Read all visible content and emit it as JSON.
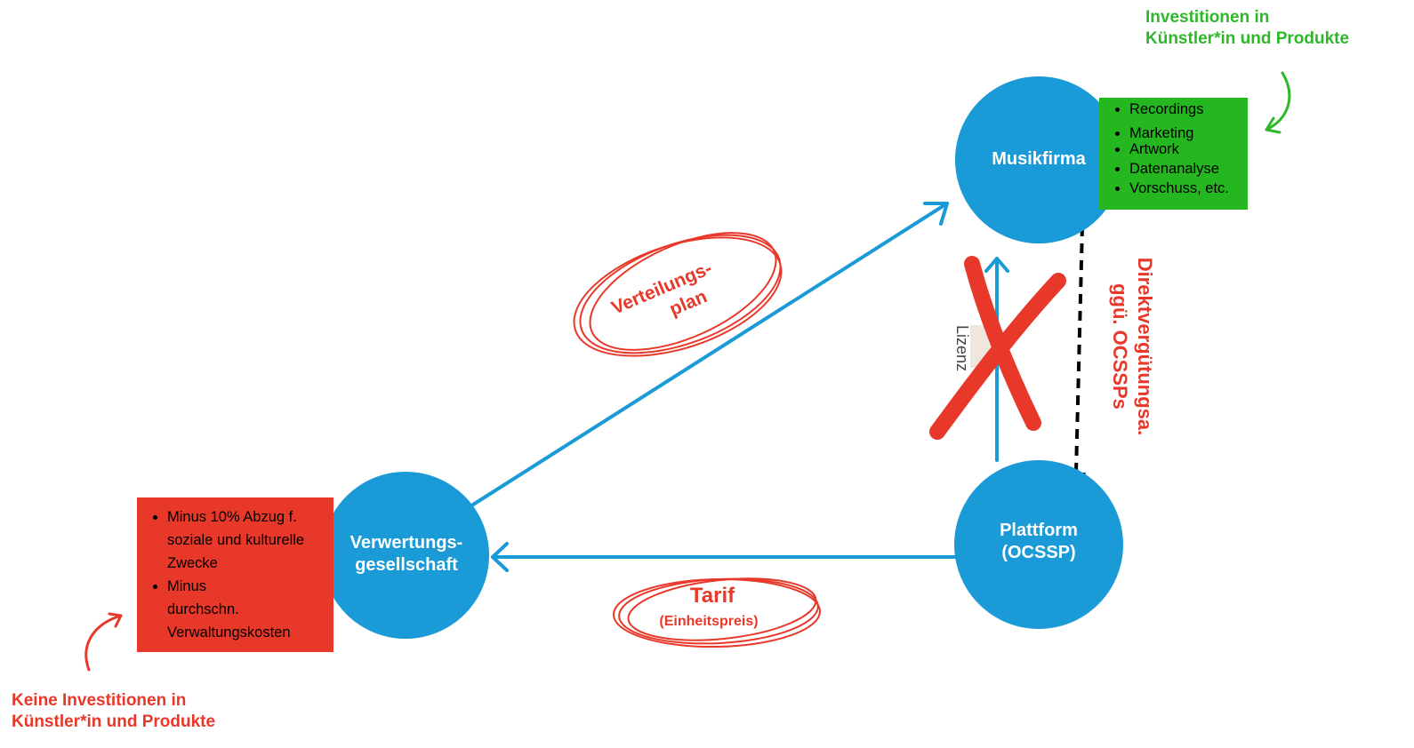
{
  "colors": {
    "node": "#1a9ad6",
    "arrow": "#1a9ad6",
    "red": "#e8382a",
    "green": "#25b71f",
    "dashed": "#000000"
  },
  "nodes": {
    "musikfirma": "Musikfirma",
    "plattform": [
      "Plattform",
      "(OCSSP)"
    ],
    "verwertung": [
      "Verwertungs-",
      "gesellschaft"
    ]
  },
  "green_box": {
    "items": [
      "Recordings",
      "Marketing",
      "Artwork",
      "Datenanalyse",
      "Vorschuss, etc."
    ]
  },
  "red_box": {
    "items": [
      "Minus 10% Abzug f. soziale und kulturelle Zwecke",
      "Minus durchschn. Verwaltungskosten"
    ]
  },
  "notes": {
    "green": [
      "Investitionen in",
      "Künstler*in und Produkte"
    ],
    "red": [
      "Keine Investitionen in",
      "Künstler*in und Produkte"
    ]
  },
  "edge_labels": {
    "verteilungsplan": [
      "Verteilungs-",
      "plan"
    ],
    "tarif": "Tarif",
    "tarif_sub": "(Einheitspreis)",
    "lizenz": "Lizenz",
    "direkt": [
      "Direktvergütungsa.",
      "ggü. OCSSPs"
    ]
  },
  "icons": {
    "cross": "cross-out-x-icon",
    "curved_arrow_green": "curved-arrow-icon",
    "curved_arrow_red": "curved-arrow-icon"
  }
}
